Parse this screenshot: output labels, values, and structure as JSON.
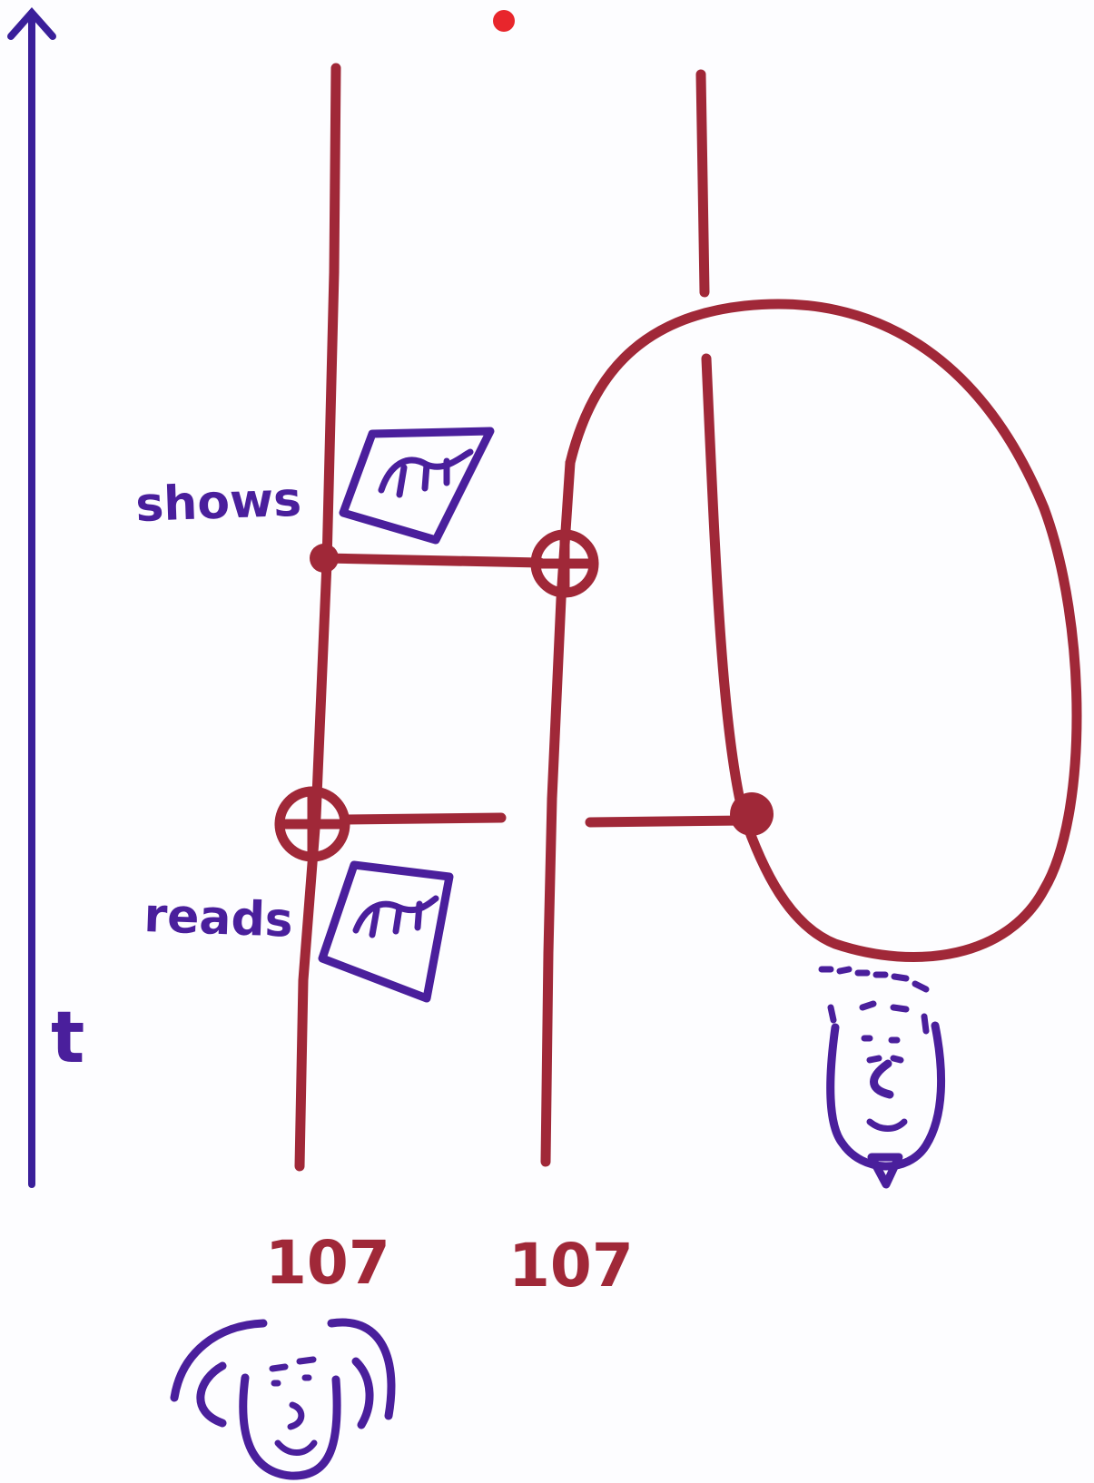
{
  "axis": {
    "label": "t"
  },
  "events": {
    "shows": "shows",
    "reads": "reads"
  },
  "worldlines": {
    "left_label": "107",
    "middle_label": "107"
  },
  "colors": {
    "worldline": "#a02838",
    "ink_blue": "#4a1f9c",
    "marker_red": "#e8262c",
    "paper": "#fdfdff"
  },
  "icons": {
    "cards": [
      "card-icon",
      "card-icon"
    ],
    "faces": [
      "face-with-hair-icon",
      "face-with-buzzcut-icon"
    ]
  }
}
